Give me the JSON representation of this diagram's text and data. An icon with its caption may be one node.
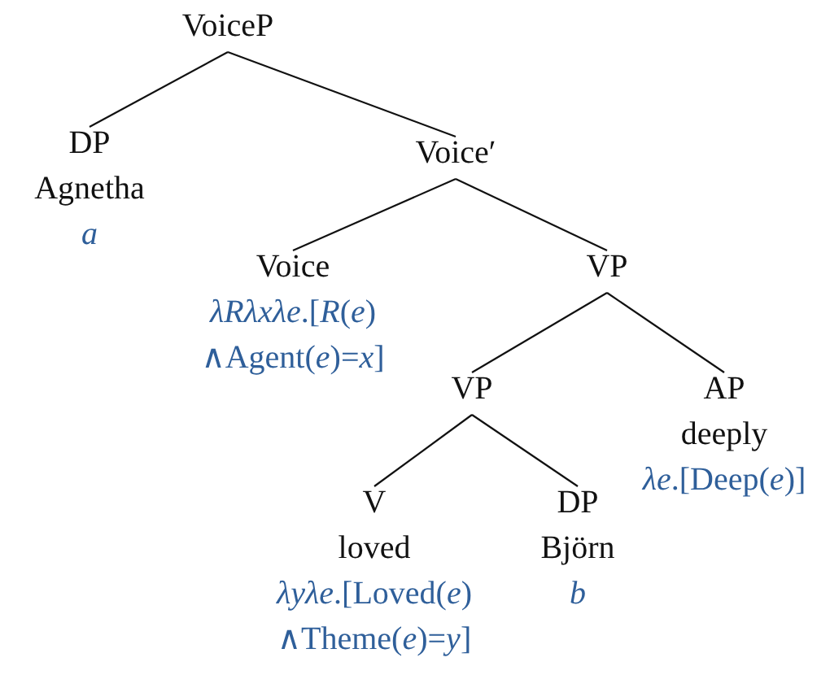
{
  "diagram": {
    "nodes": [
      {
        "text": [
          "VoiceP"
        ]
      },
      {
        "text": [
          "DP",
          "Agnetha"
        ],
        "beside": [
          "*a*"
        ]
      },
      {
        "text": [
          "Voice′"
        ]
      },
      {
        "text": [
          "Voice"
        ],
        "beside": [
          "*λRλxλe*.[*R*(*e*) ∧Agent(*e*)=*x*]"
        ]
      },
      {
        "text": [
          "VP"
        ]
      },
      {
        "text": [
          "VP"
        ]
      },
      {
        "text": [
          "AP",
          "deeply"
        ],
        "beside": [
          "*λe*.[Deep(*e*)]"
        ]
      },
      {
        "text": [
          "V",
          "loved"
        ],
        "beside": [
          "*λyλe*.[Loved(*e*) ∧Theme(*e*)=*y*]"
        ]
      },
      {
        "text": [
          "DP",
          "Björn"
        ],
        "beside": [
          "*b*"
        ]
      }
    ],
    "edges": [
      {
        "from": 0,
        "to": 1,
        "arrow": "none"
      },
      {
        "from": 0,
        "to": 2,
        "arrow": "none"
      },
      {
        "from": 2,
        "to": 3,
        "arrow": "none"
      },
      {
        "from": 2,
        "to": 4,
        "arrow": "none"
      },
      {
        "from": 4,
        "to": 5,
        "arrow": "none"
      },
      {
        "from": 4,
        "to": 6,
        "arrow": "none"
      },
      {
        "from": 5,
        "to": 7,
        "arrow": "none"
      },
      {
        "from": 5,
        "to": 8,
        "arrow": "none"
      }
    ]
  }
}
